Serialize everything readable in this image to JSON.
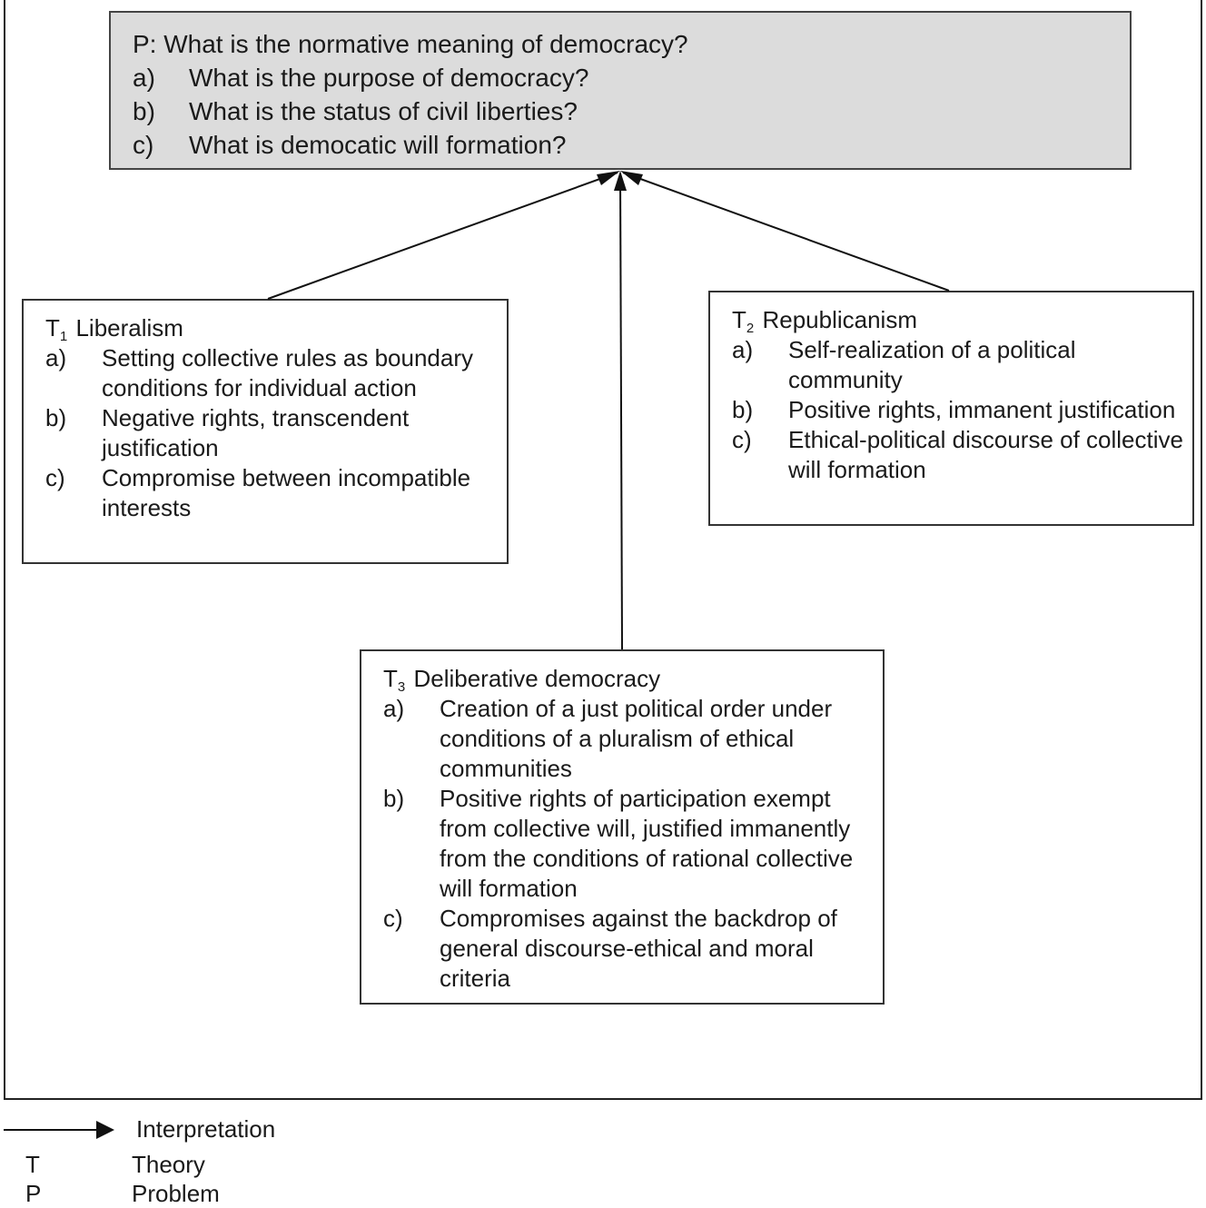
{
  "problem": {
    "title": "P: What is the normative meaning of democracy?",
    "items": [
      {
        "marker": "a)",
        "text": "What is the purpose of democracy?"
      },
      {
        "marker": "b)",
        "text": "What is the status of civil liberties?"
      },
      {
        "marker": "c)",
        "text": "What is democatic will formation?"
      }
    ]
  },
  "theories": {
    "liberalism": {
      "prefix": "T",
      "index": "1",
      "title": "Liberalism",
      "items": [
        {
          "marker": "a)",
          "text": "Setting collective rules as boundary conditions for individual action"
        },
        {
          "marker": "b)",
          "text": "Negative rights, transcendent justification"
        },
        {
          "marker": "c)",
          "text": "Compromise between incompatible interests"
        }
      ]
    },
    "republicanism": {
      "prefix": "T",
      "index": "2",
      "title": "Republicanism",
      "items": [
        {
          "marker": "a)",
          "text": "Self-realization of a political community"
        },
        {
          "marker": "b)",
          "text": "Positive rights, immanent justification"
        },
        {
          "marker": "c)",
          "text": "Ethical-political discourse of collective will formation"
        }
      ]
    },
    "deliberative": {
      "prefix": "T",
      "index": "3",
      "title": "Deliberative democracy",
      "items": [
        {
          "marker": "a)",
          "text": "Creation of a just political order under conditions of a pluralism of ethical communities"
        },
        {
          "marker": "b)",
          "text": "Positive rights of participation exempt from collective will, justified immanently from the conditions of rational collective will formation"
        },
        {
          "marker": "c)",
          "text": "Compromises against the backdrop of general discourse-ethical and moral criteria"
        }
      ]
    }
  },
  "legend": {
    "arrow_label": "Interpretation",
    "entries": [
      {
        "key": "T",
        "label": "Theory"
      },
      {
        "key": "P",
        "label": "Problem"
      }
    ]
  }
}
